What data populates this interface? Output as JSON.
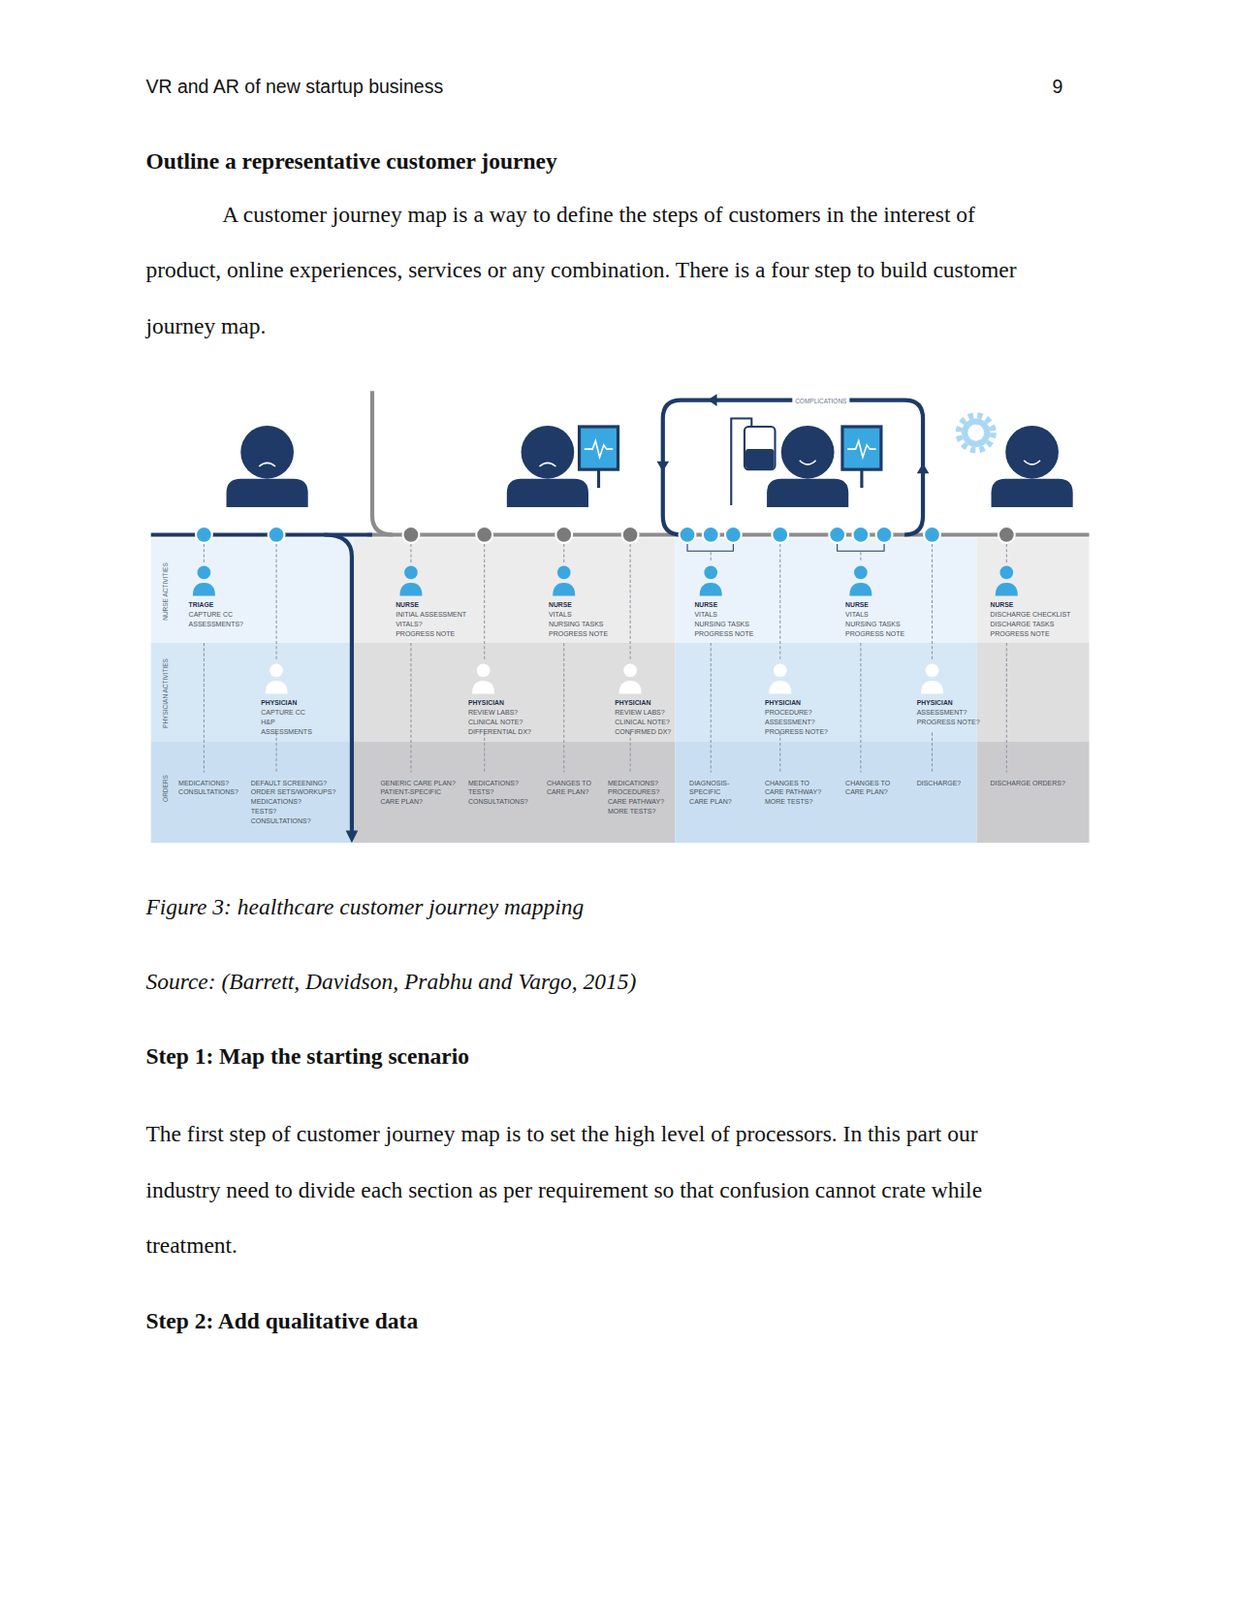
{
  "diagram": {
    "title": "Outline a representative customer journey",
    "caption": "Figure 3: healthcare customer journey mapping",
    "labels": [
      "VR and AR of new startup business",
      "9",
      "A customer journey map is a way to define the steps of customers in the interest of product, online experiences, services or any combination. There is a four step to build customer journey map.",
      "Source: (Barrett, Davidson, Prabhu and Vargo, 2015)",
      "Step 1: Map the starting scenario",
      "The first step of customer journey map is to set the high level of processors. In this part our industry need to divide each section as per requirement so that confusion cannot crate while treatment.",
      "Step 2: Add qualitative data",
      "NURSE ACTIVITIES",
      "PHYSICIAN ACTIVITIES",
      "ORDERS",
      "COMPLICATIONS",
      "TRIAGE",
      "CAPTURE CC ASSESSMENTS?",
      "NURSE",
      "INITIAL ASSESSMENT VITALS? PROGRESS NOTE",
      "NURSE",
      "VITALS NURSING TASKS PROGRESS NOTE",
      "NURSE",
      "VITALS NURSING TASKS PROGRESS NOTE",
      "NURSE",
      "VITALS NURSING TASKS PROGRESS NOTE",
      "NURSE",
      "DISCHARGE CHECKLIST DISCHARGE TASKS PROGRESS NOTE",
      "PHYSICIAN",
      "CAPTURE CC H&P ASSESSMENTS",
      "PHYSICIAN",
      "REVIEW LABS? CLINICAL NOTE? DIFFERENTIAL DX?",
      "PHYSICIAN",
      "REVIEW LABS? CLINICAL NOTE? CONFIRMED DX?",
      "PHYSICIAN",
      "PROCEDURE? ASSESSMENT? PROGRESS NOTE?",
      "PHYSICIAN",
      "ASSESSMENT? PROGRESS NOTE?",
      "MEDICATIONS? CONSULTATIONS?",
      "DEFAULT SCREENING? ORDER SETS/WORKUPS? MEDICATIONS? TESTS? CONSULTATIONS?",
      "GENERIC CARE PLAN? PATIENT-SPECIFIC CARE PLAN?",
      "MEDICATIONS? TESTS? CONSULTATIONS?",
      "CHANGES TO CARE PLAN?",
      "MEDICATIONS? PROCEDURES? CARE PATHWAY? MORE TESTS?",
      "DIAGNOSIS- SPECIFIC CARE PLAN?",
      "CHANGES TO CARE PATHWAY? MORE TESTS?",
      "CHANGES TO CARE PLAN?",
      "DISCHARGE?",
      "DISCHARGE ORDERS?"
    ]
  }
}
